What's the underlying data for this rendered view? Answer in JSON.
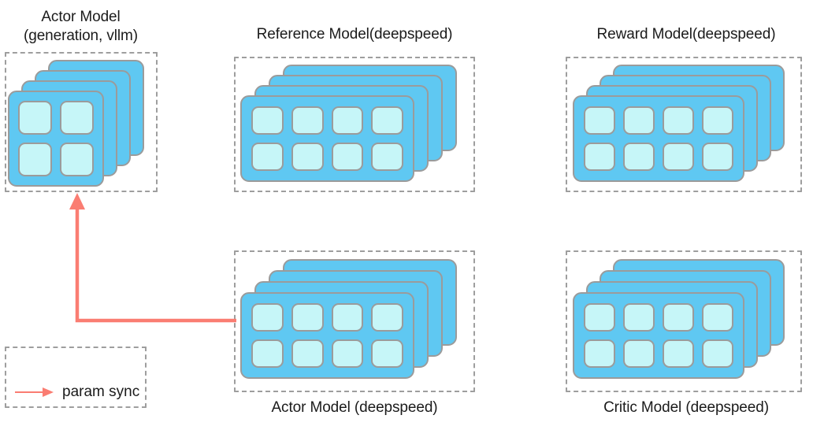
{
  "diagram": {
    "type": "architecture-block-diagram",
    "colors": {
      "card_fill": "#5FC8F2",
      "cell_fill": "#C6F6F8",
      "card_border": "#9B9B9B",
      "dash_border": "#9E9E9E",
      "arrow": "#FA7D72",
      "text": "#1B1B1B",
      "background": "#FFFFFF"
    },
    "groups": [
      {
        "id": "actor-vllm",
        "title": "Actor Model\n(generation, vllm)",
        "title_position": "above",
        "cards": 4,
        "grid_rows": 2,
        "grid_cols": 2
      },
      {
        "id": "reference-model",
        "title": "Reference Model(deepspeed)",
        "title_position": "above",
        "cards": 4,
        "grid_rows": 2,
        "grid_cols": 4
      },
      {
        "id": "reward-model",
        "title": "Reward Model(deepspeed)",
        "title_position": "above",
        "cards": 4,
        "grid_rows": 2,
        "grid_cols": 4
      },
      {
        "id": "actor-deepspeed",
        "title": "Actor Model (deepspeed)",
        "title_position": "below",
        "cards": 4,
        "grid_rows": 2,
        "grid_cols": 4
      },
      {
        "id": "critic-model",
        "title": "Critic Model (deepspeed)",
        "title_position": "below",
        "cards": 4,
        "grid_rows": 2,
        "grid_cols": 4
      }
    ],
    "connections": [
      {
        "id": "param-sync-edge",
        "from": "actor-deepspeed",
        "to": "actor-vllm",
        "style": "elbow-arrow",
        "color": "#FA7D72"
      }
    ],
    "legend": {
      "items": [
        {
          "label": "param sync",
          "marker": "arrow-right-icon",
          "color": "#FA7D72"
        }
      ]
    }
  }
}
